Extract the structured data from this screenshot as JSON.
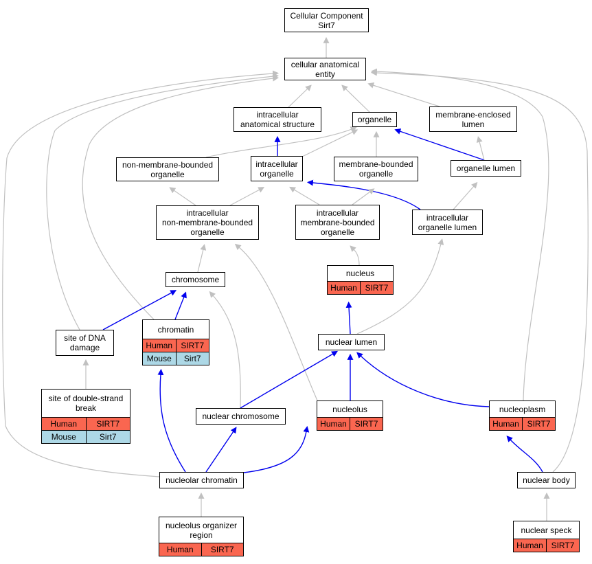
{
  "colors": {
    "edge_gray": "#c0c0c0",
    "edge_blue": "#0000ee",
    "human_fill": "#fa6650",
    "mouse_fill": "#add8e6"
  },
  "nodes": [
    {
      "id": "cellular-component",
      "lines": [
        "Cellular Component",
        "Sirt7"
      ]
    },
    {
      "id": "cellular-anatomical-entity",
      "lines": [
        "cellular anatomical",
        "entity"
      ]
    },
    {
      "id": "intracellular-anatomical-structure",
      "lines": [
        "intracellular",
        "anatomical structure"
      ]
    },
    {
      "id": "organelle",
      "lines": [
        "organelle"
      ]
    },
    {
      "id": "membrane-enclosed-lumen",
      "lines": [
        "membrane-enclosed",
        "lumen"
      ]
    },
    {
      "id": "non-membrane-bounded-organelle",
      "lines": [
        "non-membrane-bounded",
        "organelle"
      ]
    },
    {
      "id": "intracellular-organelle",
      "lines": [
        "intracellular",
        "organelle"
      ]
    },
    {
      "id": "membrane-bounded-organelle",
      "lines": [
        "membrane-bounded",
        "organelle"
      ]
    },
    {
      "id": "organelle-lumen",
      "lines": [
        "organelle lumen"
      ]
    },
    {
      "id": "intracellular-non-membrane-bounded-organelle",
      "lines": [
        "intracellular",
        "non-membrane-bounded",
        "organelle"
      ]
    },
    {
      "id": "intracellular-membrane-bounded-organelle",
      "lines": [
        "intracellular",
        "membrane-bounded",
        "organelle"
      ]
    },
    {
      "id": "intracellular-organelle-lumen",
      "lines": [
        "intracellular",
        "organelle lumen"
      ]
    },
    {
      "id": "nucleus",
      "lines": [
        "nucleus"
      ],
      "rows": [
        {
          "species": "Human",
          "gene": "SIRT7"
        }
      ]
    },
    {
      "id": "chromosome",
      "lines": [
        "chromosome"
      ]
    },
    {
      "id": "chromatin",
      "lines": [
        "chromatin"
      ],
      "rows": [
        {
          "species": "Human",
          "gene": "SIRT7"
        },
        {
          "species": "Mouse",
          "gene": "Sirt7"
        }
      ]
    },
    {
      "id": "site-of-dna-damage",
      "lines": [
        "site of DNA",
        "damage"
      ]
    },
    {
      "id": "nuclear-lumen",
      "lines": [
        "nuclear lumen"
      ]
    },
    {
      "id": "site-of-double-strand-break",
      "lines": [
        "site of double-strand",
        "break"
      ],
      "rows": [
        {
          "species": "Human",
          "gene": "SIRT7"
        },
        {
          "species": "Mouse",
          "gene": "Sirt7"
        }
      ]
    },
    {
      "id": "nuclear-chromosome",
      "lines": [
        "nuclear chromosome"
      ]
    },
    {
      "id": "nucleolus",
      "lines": [
        "nucleolus"
      ],
      "rows": [
        {
          "species": "Human",
          "gene": "SIRT7"
        }
      ]
    },
    {
      "id": "nucleoplasm",
      "lines": [
        "nucleoplasm"
      ],
      "rows": [
        {
          "species": "Human",
          "gene": "SIRT7"
        }
      ]
    },
    {
      "id": "nucleolar-chromatin",
      "lines": [
        "nucleolar chromatin"
      ]
    },
    {
      "id": "nuclear-body",
      "lines": [
        "nuclear body"
      ]
    },
    {
      "id": "nucleolus-organizer-region",
      "lines": [
        "nucleolus organizer",
        "region"
      ],
      "rows": [
        {
          "species": "Human",
          "gene": "SIRT7"
        }
      ]
    },
    {
      "id": "nuclear-speck",
      "lines": [
        "nuclear speck"
      ],
      "rows": [
        {
          "species": "Human",
          "gene": "SIRT7"
        }
      ]
    }
  ],
  "edges": [
    {
      "from": "cellular-anatomical-entity",
      "to": "cellular-component",
      "color": "gray"
    },
    {
      "from": "intracellular-anatomical-structure",
      "to": "cellular-anatomical-entity",
      "color": "gray"
    },
    {
      "from": "organelle",
      "to": "cellular-anatomical-entity",
      "color": "gray"
    },
    {
      "from": "membrane-enclosed-lumen",
      "to": "cellular-anatomical-entity",
      "color": "gray"
    },
    {
      "from": "site-of-dna-damage",
      "to": "cellular-anatomical-entity",
      "color": "gray"
    },
    {
      "from": "chromatin",
      "to": "cellular-anatomical-entity",
      "color": "gray"
    },
    {
      "from": "nucleolar-chromatin",
      "to": "cellular-anatomical-entity",
      "color": "gray"
    },
    {
      "from": "nucleoplasm",
      "to": "cellular-anatomical-entity",
      "color": "gray"
    },
    {
      "from": "nuclear-body",
      "to": "cellular-anatomical-entity",
      "color": "gray"
    },
    {
      "from": "non-membrane-bounded-organelle",
      "to": "organelle",
      "color": "gray"
    },
    {
      "from": "intracellular-organelle",
      "to": "organelle",
      "color": "gray"
    },
    {
      "from": "membrane-bounded-organelle",
      "to": "organelle",
      "color": "gray"
    },
    {
      "from": "organelle-lumen",
      "to": "organelle",
      "color": "blue"
    },
    {
      "from": "intracellular-organelle",
      "to": "intracellular-anatomical-structure",
      "color": "blue"
    },
    {
      "from": "organelle-lumen",
      "to": "membrane-enclosed-lumen",
      "color": "gray"
    },
    {
      "from": "intracellular-non-membrane-bounded-organelle",
      "to": "non-membrane-bounded-organelle",
      "color": "gray"
    },
    {
      "from": "intracellular-non-membrane-bounded-organelle",
      "to": "intracellular-organelle",
      "color": "gray"
    },
    {
      "from": "intracellular-membrane-bounded-organelle",
      "to": "intracellular-organelle",
      "color": "gray"
    },
    {
      "from": "intracellular-organelle-lumen",
      "to": "intracellular-organelle",
      "color": "blue"
    },
    {
      "from": "intracellular-membrane-bounded-organelle",
      "to": "membrane-bounded-organelle",
      "color": "gray"
    },
    {
      "from": "intracellular-organelle-lumen",
      "to": "organelle-lumen",
      "color": "gray"
    },
    {
      "from": "nucleus",
      "to": "intracellular-membrane-bounded-organelle",
      "color": "gray"
    },
    {
      "from": "chromosome",
      "to": "intracellular-non-membrane-bounded-organelle",
      "color": "gray"
    },
    {
      "from": "nucleolus",
      "to": "intracellular-non-membrane-bounded-organelle",
      "color": "gray"
    },
    {
      "from": "nuclear-lumen",
      "to": "intracellular-organelle-lumen",
      "color": "gray"
    },
    {
      "from": "nuclear-lumen",
      "to": "nucleus",
      "color": "blue"
    },
    {
      "from": "site-of-dna-damage",
      "to": "chromosome",
      "color": "blue"
    },
    {
      "from": "chromatin",
      "to": "chromosome",
      "color": "blue"
    },
    {
      "from": "nuclear-chromosome",
      "to": "chromosome",
      "color": "gray"
    },
    {
      "from": "site-of-double-strand-break",
      "to": "site-of-dna-damage",
      "color": "gray"
    },
    {
      "from": "nuclear-chromosome",
      "to": "nuclear-lumen",
      "color": "blue"
    },
    {
      "from": "nucleolus",
      "to": "nuclear-lumen",
      "color": "blue"
    },
    {
      "from": "nucleoplasm",
      "to": "nuclear-lumen",
      "color": "blue"
    },
    {
      "from": "nucleolar-chromatin",
      "to": "chromatin",
      "color": "blue"
    },
    {
      "from": "nucleolar-chromatin",
      "to": "nuclear-chromosome",
      "color": "blue"
    },
    {
      "from": "nucleolar-chromatin",
      "to": "nucleolus",
      "color": "blue"
    },
    {
      "from": "nuclear-body",
      "to": "nucleoplasm",
      "color": "blue"
    },
    {
      "from": "nucleolus-organizer-region",
      "to": "nucleolar-chromatin",
      "color": "gray"
    },
    {
      "from": "nuclear-speck",
      "to": "nuclear-body",
      "color": "gray"
    }
  ]
}
